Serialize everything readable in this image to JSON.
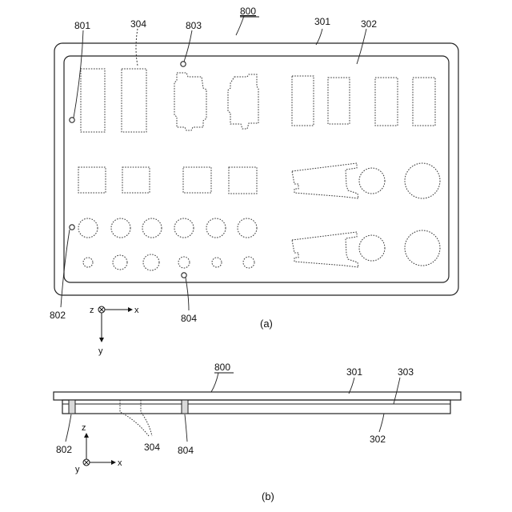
{
  "view_a": {
    "caption": "(a)",
    "labels": {
      "tray": "800",
      "base_plate": "301",
      "pocket_sheet": "302",
      "pocket": "304",
      "marker_801": "801",
      "marker_802": "802",
      "marker_803": "803",
      "marker_804": "804"
    },
    "axes": {
      "z": "z",
      "x": "x",
      "y": "y"
    }
  },
  "view_b": {
    "caption": "(b)",
    "labels": {
      "tray": "800",
      "base_plate": "301",
      "layer_303": "303",
      "pocket_sheet": "302",
      "pocket": "304",
      "marker_802": "802",
      "marker_804": "804"
    },
    "axes": {
      "z": "z",
      "y": "y",
      "x": "x"
    }
  }
}
